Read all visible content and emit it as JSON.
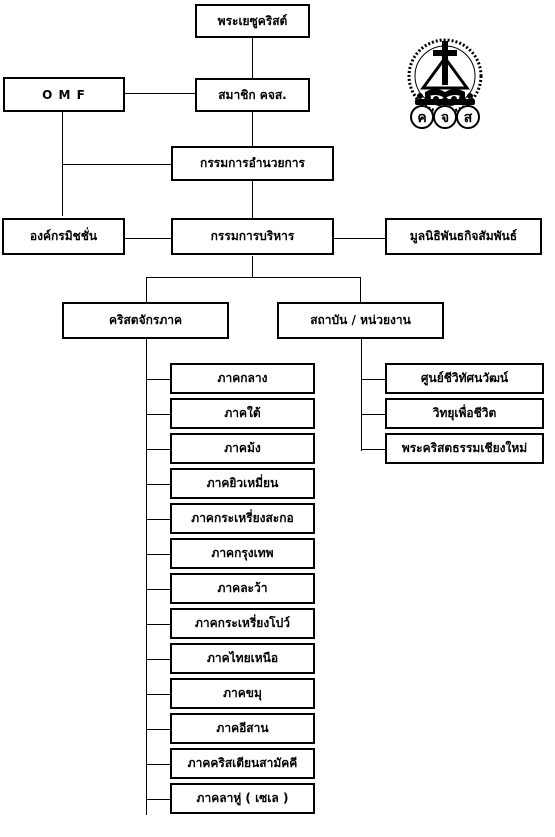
{
  "chart": {
    "root": "พระเยซูคริสต์",
    "member": "สมาชิก คจส.",
    "omf": "O M F",
    "executive_committee": "กรรมการอำนวยการ",
    "management_committee": "กรรมการบริหาร",
    "mission_orgs": "องค์กรมิชชั่น",
    "foundation": "มูลนิธิพันธกิจสัมพันธ์",
    "churches": "คริสตจักรภาค",
    "institutions": "สถาบัน / หน่วยงาน",
    "regions": [
      "ภาคกลาง",
      "ภาคใต้",
      "ภาคม้ง",
      "ภาคยิวเหมี่ยน",
      "ภาคกระเหรี่ยงสะกอ",
      "ภาคกรุงเทพ",
      "ภาคละว้า",
      "ภาคกระเหรี่ยงโปว์",
      "ภาคไทยเหนือ",
      "ภาคขมุ",
      "ภาคอีสาน",
      "ภาคคริสเตียนสามัคคี",
      "ภาคลาหู่ ( เซเล )"
    ],
    "units": [
      "ศูนย์ชีวิทัศนวัฒน์",
      "วิทยุเพื่อชีวิต",
      "พระคริสตธรรมเชียงใหม่"
    ]
  },
  "logo": {
    "letters": [
      "ค",
      "จ",
      "ส"
    ]
  }
}
